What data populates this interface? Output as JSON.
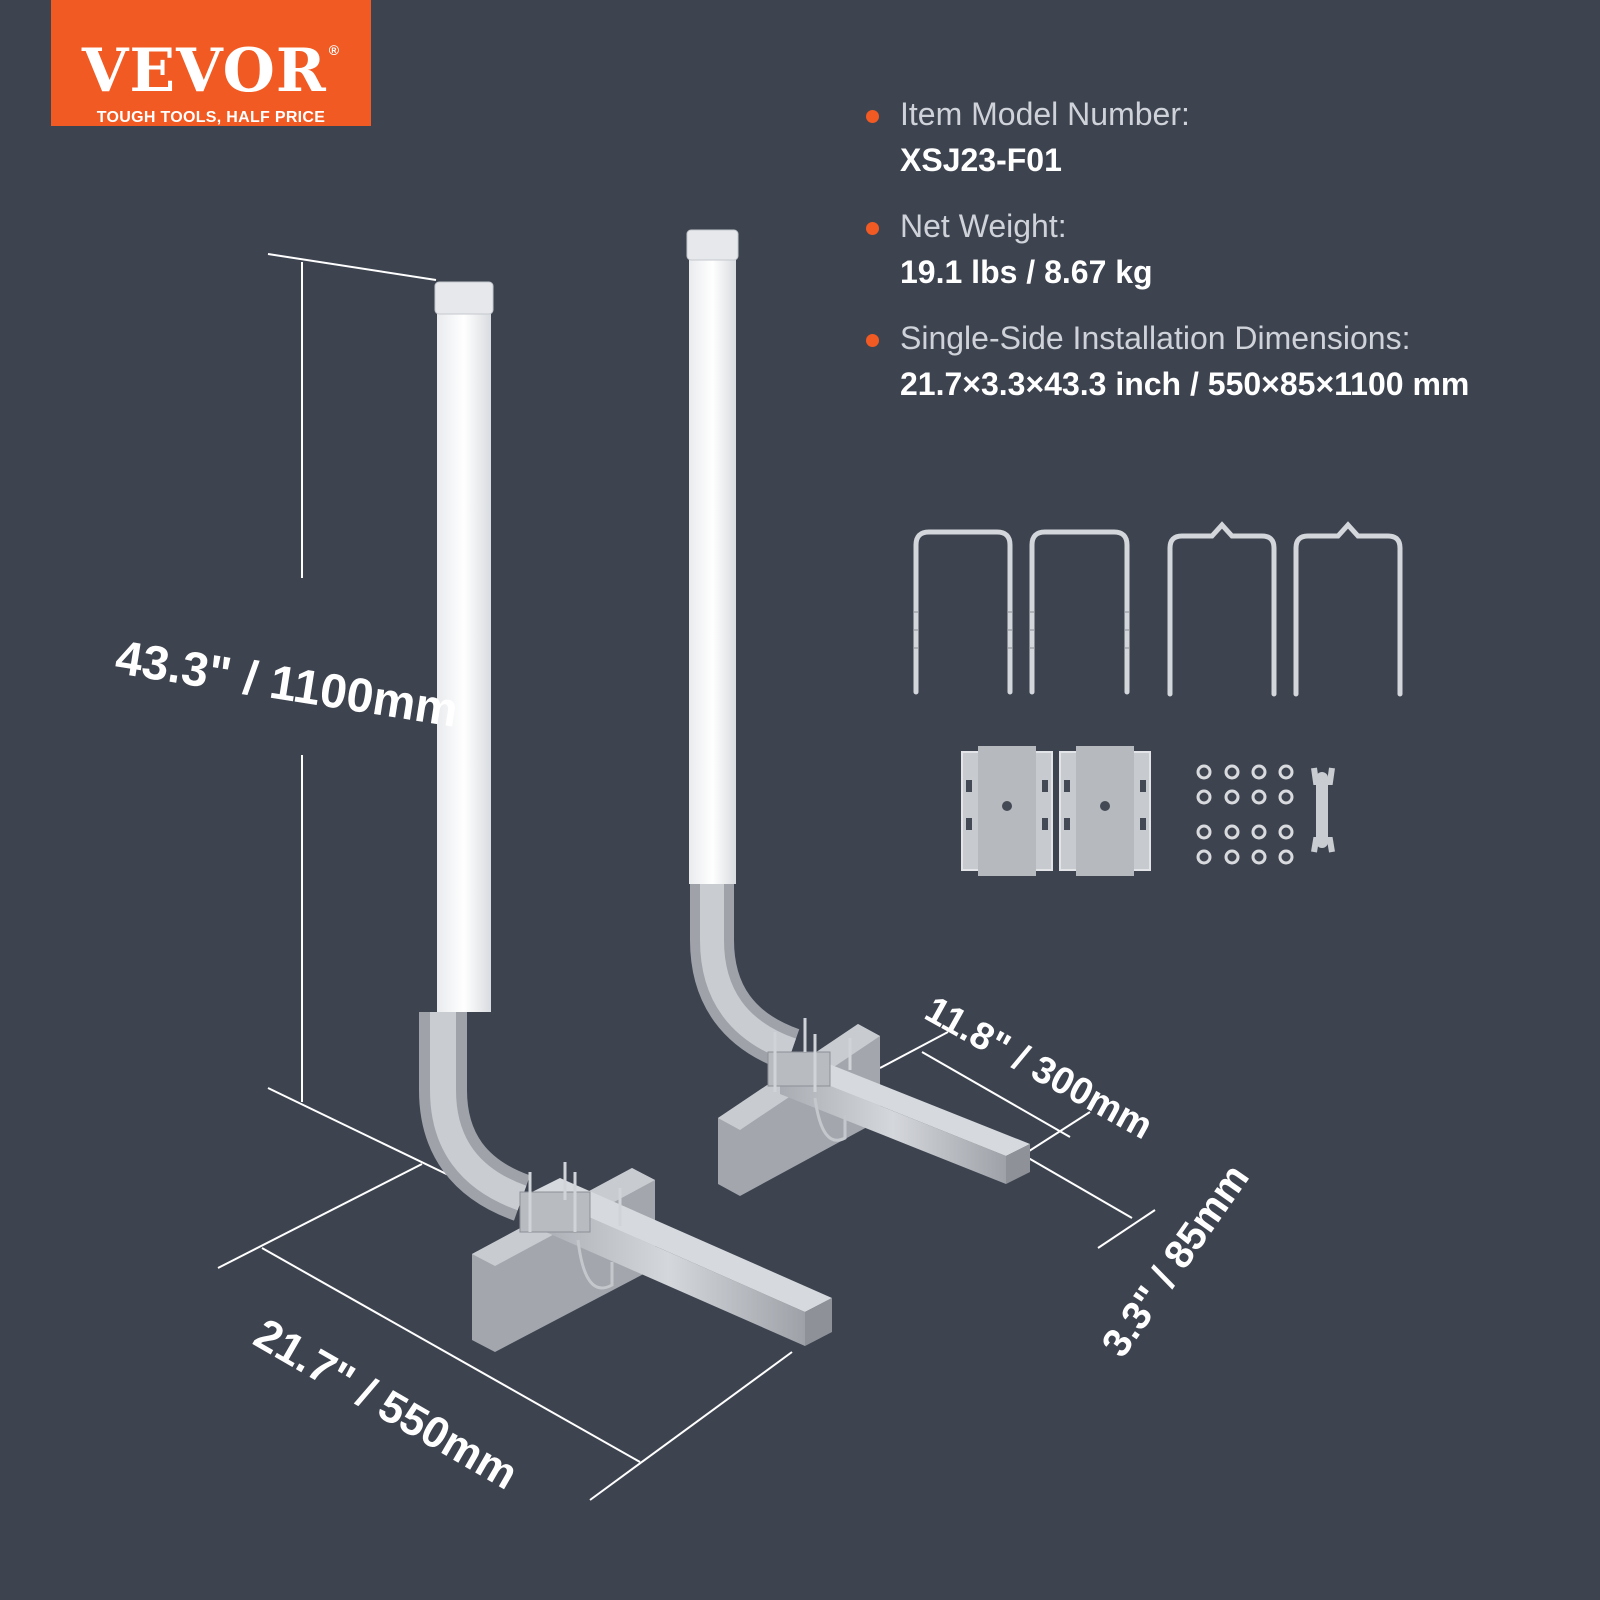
{
  "logo": {
    "brand": "VEVOR",
    "registered": "®",
    "tagline": "TOUGH TOOLS, HALF PRICE"
  },
  "specs": [
    {
      "label": "Item Model Number:",
      "value": "XSJ23-F01"
    },
    {
      "label": "Net Weight:",
      "value": "19.1 lbs / 8.67 kg"
    },
    {
      "label": "Single-Side Installation Dimensions:",
      "value": "21.7×3.3×43.3 inch / 550×85×1100 mm"
    }
  ],
  "dimensions": {
    "height": "43.3\" / 1100mm",
    "width": "21.7\" / 550mm",
    "depth": "11.8\" / 300mm",
    "tube": "3.3\" / 85mm"
  },
  "colors": {
    "background": "#3d4450",
    "accent": "#f15a22",
    "pipe": "#f4f5f6",
    "metal": "#b9bcc1"
  }
}
